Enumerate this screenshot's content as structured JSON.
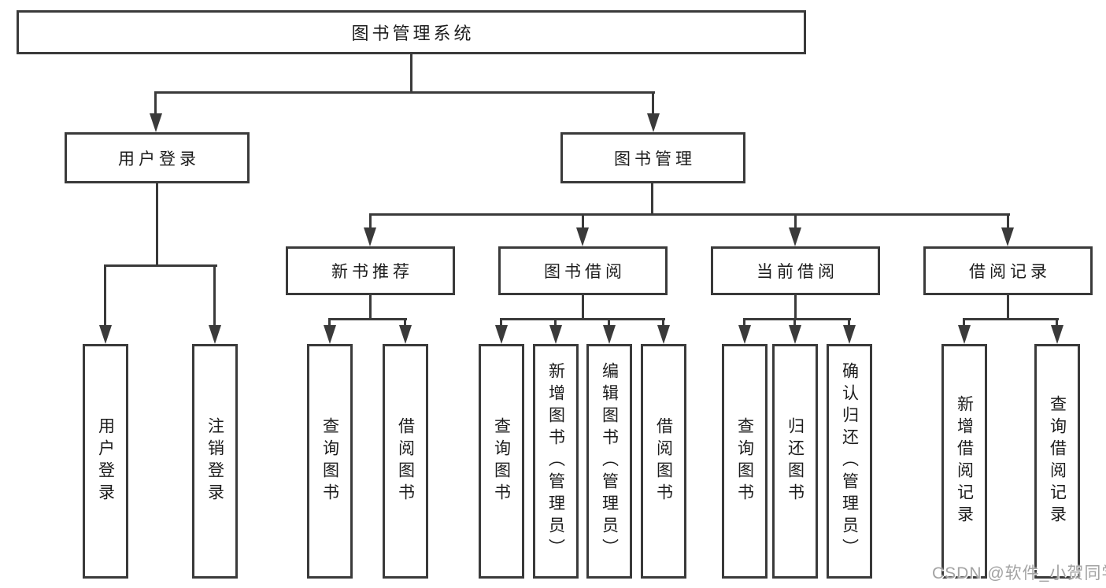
{
  "diagram": {
    "title": "图书管理系统",
    "nodes": {
      "root": "图书管理系统",
      "level2": {
        "user_login": "用户登录",
        "book_mgmt": "图书管理"
      },
      "level3": {
        "new_book_rec": "新书推荐",
        "book_borrow": "图书借阅",
        "current_borrow": "当前借阅",
        "borrow_records": "借阅记录"
      },
      "leaves": {
        "login": "用户登录",
        "logout": "注销登录",
        "rec_query": "查询图书",
        "rec_borrow": "借阅图书",
        "bb_query": "查询图书",
        "bb_add": "新增图书（管理员）",
        "bb_edit": "编辑图书（管理员）",
        "bb_borrow": "借阅图书",
        "cb_query": "查询图书",
        "cb_return": "归还图书",
        "cb_confirm": "确认归还（管理员）",
        "br_add": "新增借阅记录",
        "br_query": "查询借阅记录"
      }
    },
    "colors": {
      "line": "#3a3a3a",
      "box_border": "#3a3a3a",
      "box_bg": "#ffffff",
      "text": "#1c1c1c",
      "watermark": "#a3a3a3"
    }
  },
  "watermark": {
    "text": "CSDN @软件_小贺同学"
  }
}
